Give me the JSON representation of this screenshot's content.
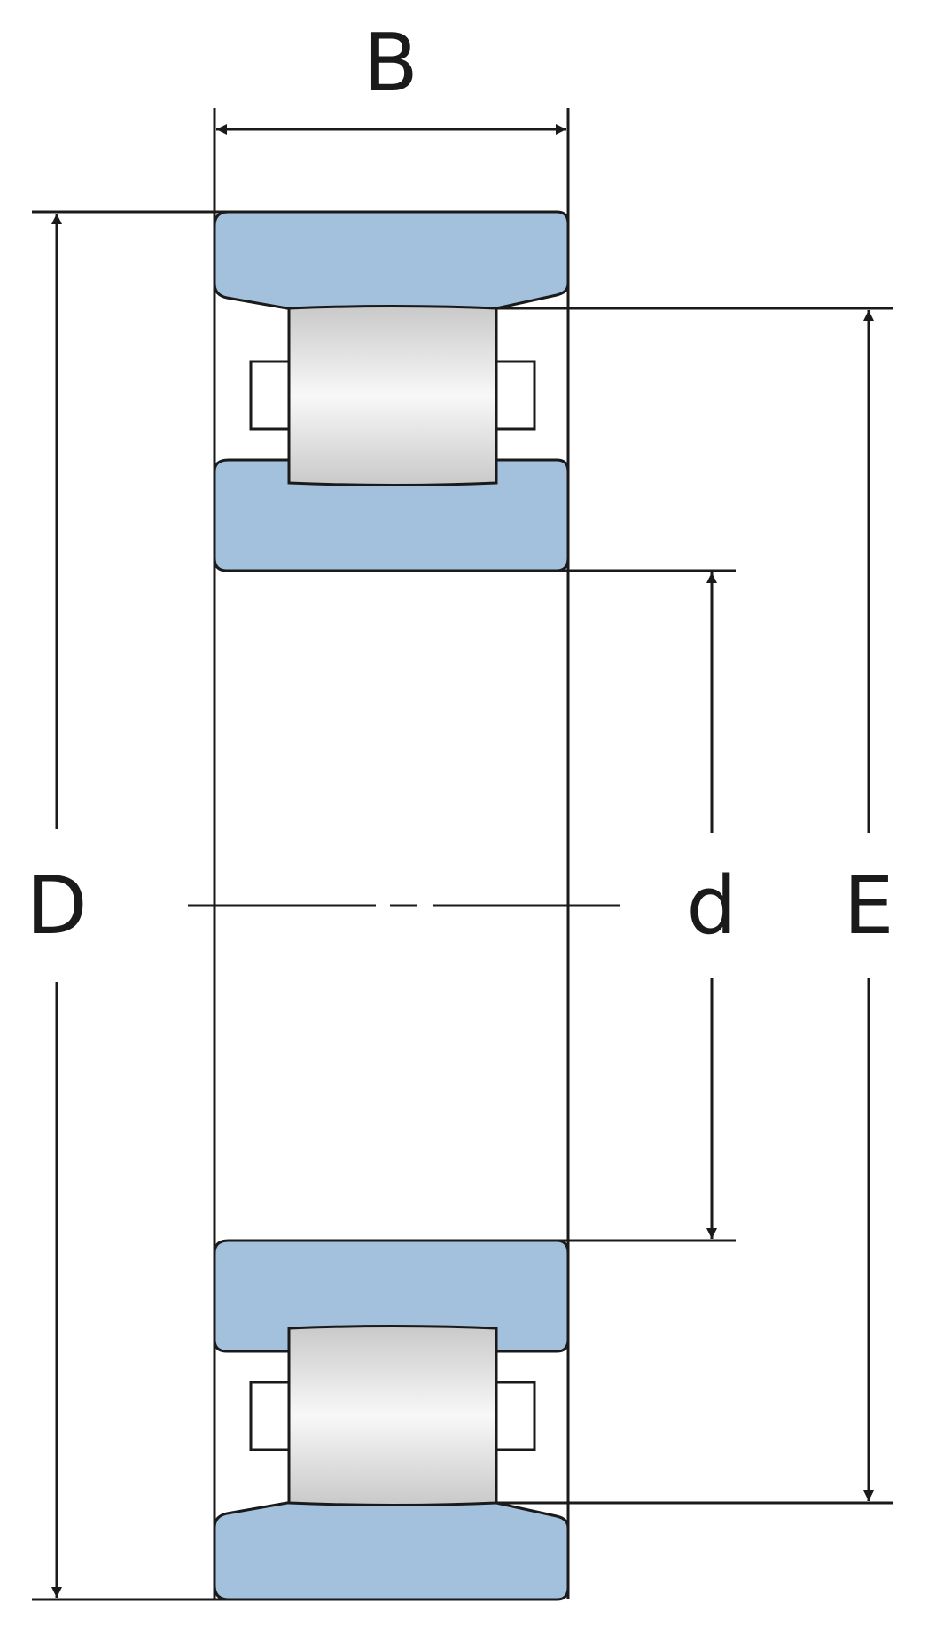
{
  "labels": {
    "width": "B",
    "outer_diameter": "D",
    "bore_diameter": "d",
    "raceway_diameter": "E"
  },
  "colors": {
    "ring_fill": "#a3c0dc",
    "line": "#1a1a1a",
    "roller_light": "#f8f8f8",
    "roller_dark": "#c9c9c9"
  }
}
